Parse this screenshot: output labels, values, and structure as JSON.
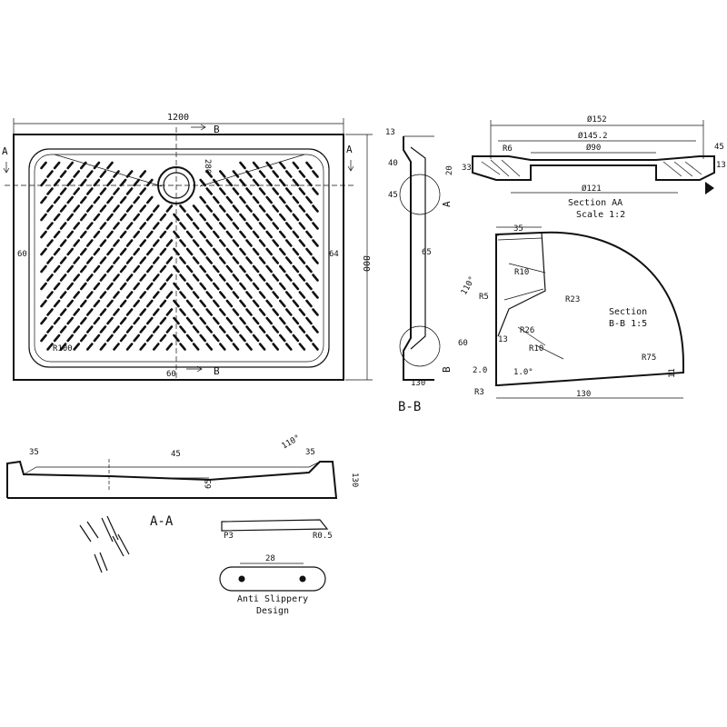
{
  "top_view": {
    "width_dim": "1200",
    "height_dim": "800",
    "left_dim": "60",
    "right_dim": "64",
    "bottom_dim": "60",
    "drain_dim": "280",
    "corner_radius": "R100",
    "section_a": "A",
    "section_b": "B"
  },
  "section_bb": {
    "title": "B-B",
    "dims": [
      "13",
      "40",
      "45",
      "65",
      "130"
    ],
    "side_label_a": "A",
    "side_label_b": "B"
  },
  "section_aa": {
    "title": "Section AA",
    "scale": "Scale 1:2",
    "dims": [
      "Ø152",
      "Ø145.2",
      "Ø90",
      "Ø121",
      "R6",
      "33",
      "20",
      "45",
      "13"
    ]
  },
  "section_bb_detail": {
    "title": "Section",
    "scale": "B-B 1:5",
    "dims": [
      "35",
      "R10",
      "110°",
      "R5",
      "R23",
      "60",
      "13",
      "R26",
      "R10",
      "R75",
      "2.0",
      "1.0°",
      "R3",
      "130",
      "11"
    ]
  },
  "section_aa_profile": {
    "title": "A-A",
    "dims": [
      "35",
      "45",
      "110°",
      "35",
      "130",
      "65"
    ]
  },
  "anti_slip": {
    "title_line1": "Anti Slippery",
    "title_line2": "Design",
    "dims": [
      "28",
      "P3",
      "R0.5"
    ]
  }
}
